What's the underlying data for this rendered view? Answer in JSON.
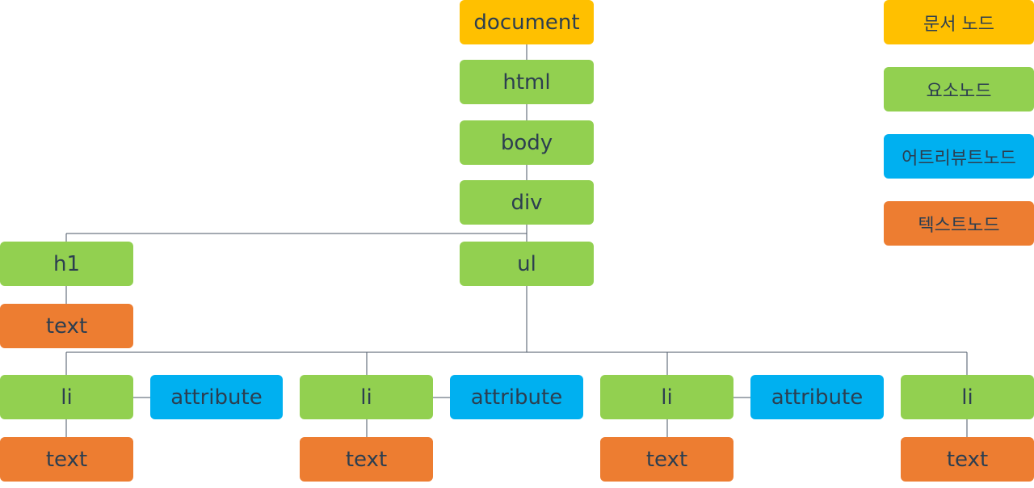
{
  "colors": {
    "document": "#ffc000",
    "element": "#92d050",
    "attribute": "#00b0f0",
    "text": "#ed7d31",
    "connector": "#4a5566",
    "label": "#2c3e50"
  },
  "nodes": {
    "document": "document",
    "html": "html",
    "body": "body",
    "div": "div",
    "h1": "h1",
    "h1_text": "text",
    "ul": "ul",
    "li_1": "li",
    "li_1_attribute": "attribute",
    "li_1_text": "text",
    "li_2": "li",
    "li_2_attribute": "attribute",
    "li_2_text": "text",
    "li_3": "li",
    "li_3_attribute": "attribute",
    "li_3_text": "text",
    "li_4": "li",
    "li_4_text": "text"
  },
  "legend": {
    "document": "문서 노드",
    "element": "요소노드",
    "attribute": "어트리뷰트노드",
    "text": "텍스트노드"
  }
}
